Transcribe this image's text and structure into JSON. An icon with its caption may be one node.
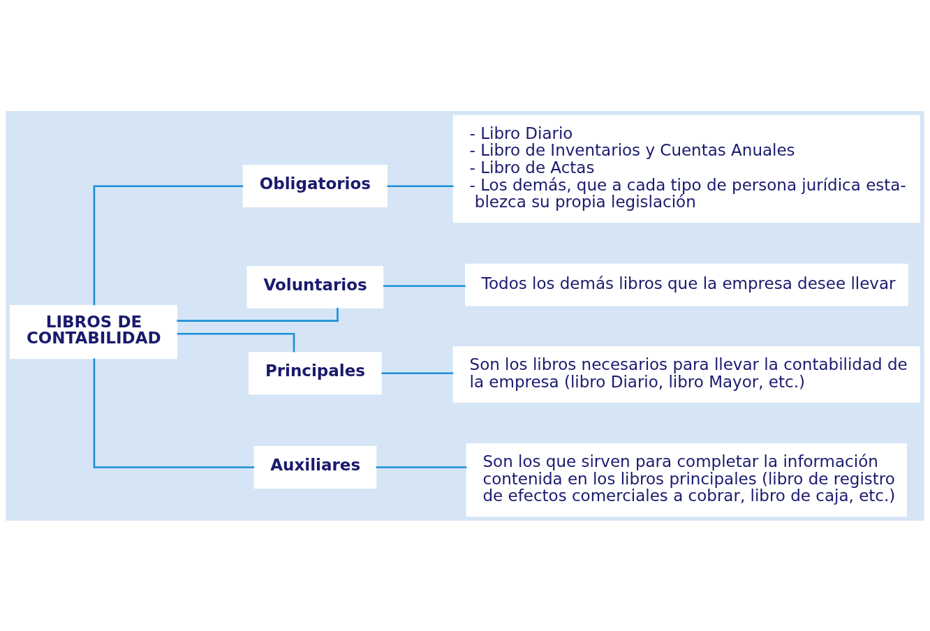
{
  "diagram": {
    "nodes": [
      {
        "text": [
          "LIBROS DE CONTABILIDAD"
        ]
      },
      {
        "text": [
          "Obligatorios"
        ]
      },
      {
        "text": [
          "- Libro Diario",
          "- Libro de Inventarios y Cuentas Anuales",
          "- Libro de Actas",
          "- Los demás, que a cada tipo de persona jurídica esta- blezca su propia legislación"
        ]
      },
      {
        "text": [
          "Voluntarios"
        ]
      },
      {
        "text": [
          "Todos los demás libros que la empresa desee llevar"
        ]
      },
      {
        "text": [
          "Principales"
        ]
      },
      {
        "text": [
          "Son los libros necesarios para llevar la contabilidad de la empresa (libro Diario, libro Mayor, etc.)"
        ]
      },
      {
        "text": [
          "Auxiliares"
        ]
      },
      {
        "text": [
          "Son los que sirven para completar la información contenida en los libros principales (libro de registro de efectos comerciales a cobrar, libro de caja, etc.)"
        ]
      }
    ],
    "edges": [
      {
        "from": 0,
        "to": 1,
        "arrow": "none"
      },
      {
        "from": 0,
        "to": 3,
        "arrow": "none"
      },
      {
        "from": 0,
        "to": 5,
        "arrow": "none"
      },
      {
        "from": 0,
        "to": 7,
        "arrow": "none"
      },
      {
        "from": 1,
        "to": 2,
        "arrow": "none"
      },
      {
        "from": 3,
        "to": 4,
        "arrow": "none"
      },
      {
        "from": 5,
        "to": 6,
        "arrow": "none"
      },
      {
        "from": 7,
        "to": 8,
        "arrow": "none"
      }
    ]
  }
}
